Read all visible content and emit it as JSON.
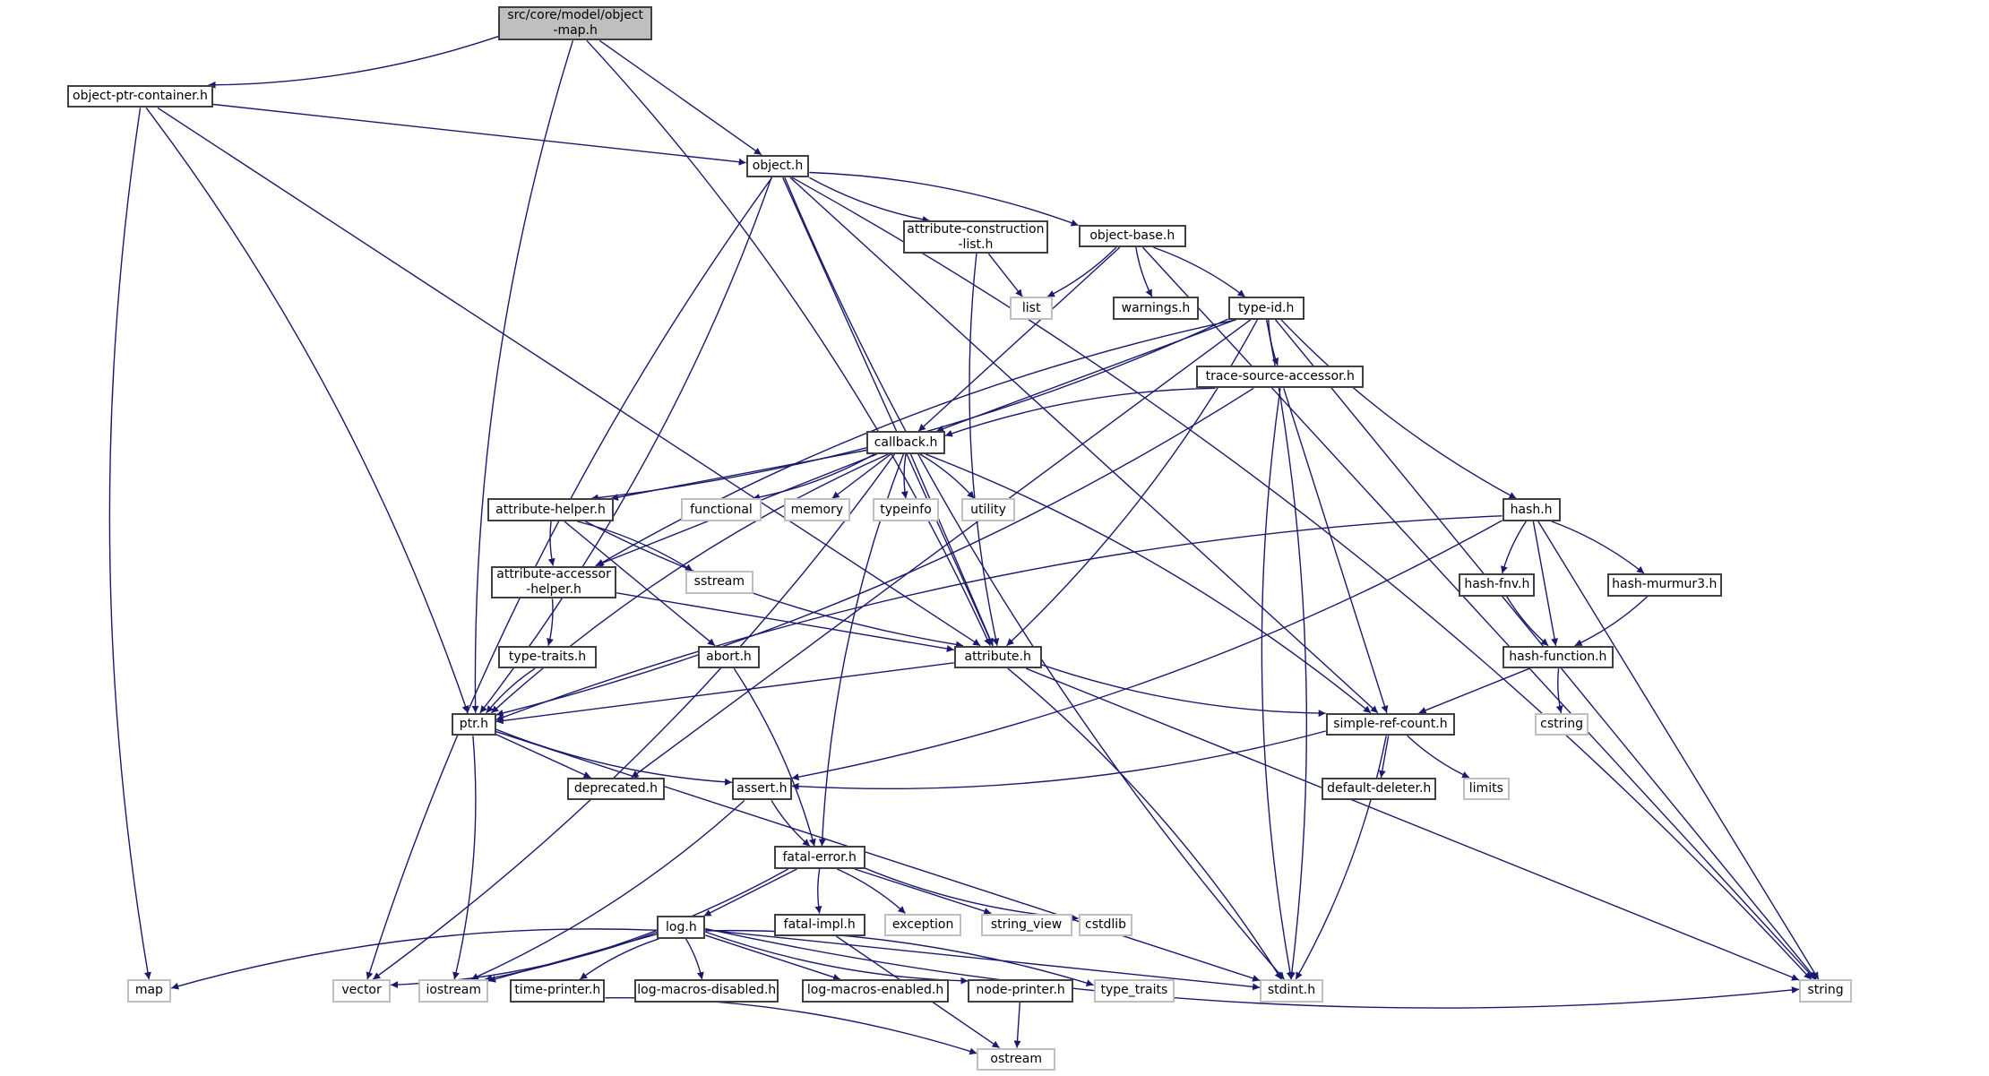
{
  "title": "src/core/model/object-map.h include dependency graph",
  "colors": {
    "edge": "#191970",
    "root_fill": "#bfbfbf",
    "node_border": "#404040",
    "external_border": "#bfbfbf"
  },
  "nodes": [
    {
      "id": "root",
      "label": "src/core/model/object\n-map.h",
      "kind": "root"
    },
    {
      "id": "object-ptr-container",
      "label": "object-ptr-container.h",
      "kind": "file"
    },
    {
      "id": "object",
      "label": "object.h",
      "kind": "file"
    },
    {
      "id": "attribute-construction-list",
      "label": "attribute-construction\n-list.h",
      "kind": "file"
    },
    {
      "id": "object-base",
      "label": "object-base.h",
      "kind": "file"
    },
    {
      "id": "list",
      "label": "list",
      "kind": "ext"
    },
    {
      "id": "warnings",
      "label": "warnings.h",
      "kind": "file"
    },
    {
      "id": "type-id",
      "label": "type-id.h",
      "kind": "file"
    },
    {
      "id": "trace-source-accessor",
      "label": "trace-source-accessor.h",
      "kind": "file"
    },
    {
      "id": "callback",
      "label": "callback.h",
      "kind": "file"
    },
    {
      "id": "functional",
      "label": "functional",
      "kind": "ext"
    },
    {
      "id": "memory",
      "label": "memory",
      "kind": "ext"
    },
    {
      "id": "typeinfo",
      "label": "typeinfo",
      "kind": "ext"
    },
    {
      "id": "utility",
      "label": "utility",
      "kind": "ext"
    },
    {
      "id": "attribute-helper",
      "label": "attribute-helper.h",
      "kind": "file"
    },
    {
      "id": "sstream",
      "label": "sstream",
      "kind": "ext"
    },
    {
      "id": "attribute-accessor-helper",
      "label": "attribute-accessor\n-helper.h",
      "kind": "file"
    },
    {
      "id": "type-traits",
      "label": "type-traits.h",
      "kind": "file"
    },
    {
      "id": "abort",
      "label": "abort.h",
      "kind": "file"
    },
    {
      "id": "attribute",
      "label": "attribute.h",
      "kind": "file"
    },
    {
      "id": "hash",
      "label": "hash.h",
      "kind": "file"
    },
    {
      "id": "hash-fnv",
      "label": "hash-fnv.h",
      "kind": "file"
    },
    {
      "id": "hash-murmur3",
      "label": "hash-murmur3.h",
      "kind": "file"
    },
    {
      "id": "hash-function",
      "label": "hash-function.h",
      "kind": "file"
    },
    {
      "id": "cstring",
      "label": "cstring",
      "kind": "ext"
    },
    {
      "id": "simple-ref-count",
      "label": "simple-ref-count.h",
      "kind": "file"
    },
    {
      "id": "ptr",
      "label": "ptr.h",
      "kind": "file"
    },
    {
      "id": "deprecated",
      "label": "deprecated.h",
      "kind": "file"
    },
    {
      "id": "assert",
      "label": "assert.h",
      "kind": "file"
    },
    {
      "id": "default-deleter",
      "label": "default-deleter.h",
      "kind": "file"
    },
    {
      "id": "limits",
      "label": "limits",
      "kind": "ext"
    },
    {
      "id": "fatal-error",
      "label": "fatal-error.h",
      "kind": "file"
    },
    {
      "id": "log",
      "label": "log.h",
      "kind": "file"
    },
    {
      "id": "fatal-impl",
      "label": "fatal-impl.h",
      "kind": "file"
    },
    {
      "id": "exception",
      "label": "exception",
      "kind": "ext"
    },
    {
      "id": "string_view",
      "label": "string_view",
      "kind": "ext"
    },
    {
      "id": "cstdlib",
      "label": "cstdlib",
      "kind": "ext"
    },
    {
      "id": "map",
      "label": "map",
      "kind": "ext"
    },
    {
      "id": "vector",
      "label": "vector",
      "kind": "ext"
    },
    {
      "id": "iostream",
      "label": "iostream",
      "kind": "ext"
    },
    {
      "id": "time-printer",
      "label": "time-printer.h",
      "kind": "file"
    },
    {
      "id": "log-macros-disabled",
      "label": "log-macros-disabled.h",
      "kind": "file"
    },
    {
      "id": "log-macros-enabled",
      "label": "log-macros-enabled.h",
      "kind": "file"
    },
    {
      "id": "node-printer",
      "label": "node-printer.h",
      "kind": "file"
    },
    {
      "id": "type_traits",
      "label": "type_traits",
      "kind": "ext"
    },
    {
      "id": "stdint",
      "label": "stdint.h",
      "kind": "ext"
    },
    {
      "id": "string",
      "label": "string",
      "kind": "ext"
    },
    {
      "id": "ostream",
      "label": "ostream",
      "kind": "ext"
    }
  ],
  "edges": [
    [
      "root",
      "object-ptr-container"
    ],
    [
      "root",
      "object"
    ],
    [
      "root",
      "ptr"
    ],
    [
      "root",
      "attribute"
    ],
    [
      "object-ptr-container",
      "object"
    ],
    [
      "object-ptr-container",
      "map"
    ],
    [
      "object-ptr-container",
      "ptr"
    ],
    [
      "object-ptr-container",
      "attribute"
    ],
    [
      "object",
      "vector"
    ],
    [
      "object",
      "ptr"
    ],
    [
      "object",
      "attribute"
    ],
    [
      "object",
      "attribute-construction-list"
    ],
    [
      "object",
      "object-base"
    ],
    [
      "object",
      "simple-ref-count"
    ],
    [
      "object",
      "stdint"
    ],
    [
      "object",
      "string"
    ],
    [
      "attribute-construction-list",
      "list"
    ],
    [
      "attribute-construction-list",
      "attribute"
    ],
    [
      "object-base",
      "list"
    ],
    [
      "object-base",
      "callback"
    ],
    [
      "object-base",
      "warnings"
    ],
    [
      "object-base",
      "type-id"
    ],
    [
      "object-base",
      "string"
    ],
    [
      "type-id",
      "attribute-accessor-helper"
    ],
    [
      "type-id",
      "attribute-helper"
    ],
    [
      "type-id",
      "callback"
    ],
    [
      "type-id",
      "trace-source-accessor"
    ],
    [
      "type-id",
      "attribute"
    ],
    [
      "type-id",
      "deprecated"
    ],
    [
      "type-id",
      "hash"
    ],
    [
      "type-id",
      "stdint"
    ],
    [
      "type-id",
      "string"
    ],
    [
      "trace-source-accessor",
      "callback"
    ],
    [
      "trace-source-accessor",
      "ptr"
    ],
    [
      "trace-source-accessor",
      "simple-ref-count"
    ],
    [
      "trace-source-accessor",
      "stdint"
    ],
    [
      "callback",
      "functional"
    ],
    [
      "callback",
      "memory"
    ],
    [
      "callback",
      "typeinfo"
    ],
    [
      "callback",
      "utility"
    ],
    [
      "callback",
      "attribute-helper"
    ],
    [
      "callback",
      "ptr"
    ],
    [
      "callback",
      "vector"
    ],
    [
      "callback",
      "attribute"
    ],
    [
      "callback",
      "fatal-error"
    ],
    [
      "callback",
      "simple-ref-count"
    ],
    [
      "callback",
      "attribute-accessor-helper"
    ],
    [
      "attribute-helper",
      "attribute-accessor-helper"
    ],
    [
      "attribute-helper",
      "sstream"
    ],
    [
      "attribute-helper",
      "abort"
    ],
    [
      "attribute-helper",
      "attribute"
    ],
    [
      "attribute-accessor-helper",
      "type-traits"
    ],
    [
      "attribute-accessor-helper",
      "attribute"
    ],
    [
      "type-traits",
      "ptr"
    ],
    [
      "abort",
      "fatal-error"
    ],
    [
      "attribute",
      "ptr"
    ],
    [
      "attribute",
      "simple-ref-count"
    ],
    [
      "attribute",
      "stdint"
    ],
    [
      "attribute",
      "string"
    ],
    [
      "hash",
      "hash-fnv"
    ],
    [
      "hash",
      "hash-murmur3"
    ],
    [
      "hash",
      "hash-function"
    ],
    [
      "hash",
      "ptr"
    ],
    [
      "hash",
      "assert"
    ],
    [
      "hash",
      "string"
    ],
    [
      "hash-fnv",
      "hash-function"
    ],
    [
      "hash-murmur3",
      "hash-function"
    ],
    [
      "hash-function",
      "simple-ref-count"
    ],
    [
      "hash-function",
      "cstring"
    ],
    [
      "simple-ref-count",
      "assert"
    ],
    [
      "simple-ref-count",
      "default-deleter"
    ],
    [
      "simple-ref-count",
      "limits"
    ],
    [
      "simple-ref-count",
      "stdint"
    ],
    [
      "ptr",
      "deprecated"
    ],
    [
      "ptr",
      "assert"
    ],
    [
      "ptr",
      "iostream"
    ],
    [
      "ptr",
      "stdint"
    ],
    [
      "assert",
      "fatal-error"
    ],
    [
      "assert",
      "iostream"
    ],
    [
      "fatal-error",
      "log"
    ],
    [
      "fatal-error",
      "fatal-impl"
    ],
    [
      "fatal-error",
      "exception"
    ],
    [
      "fatal-error",
      "string_view"
    ],
    [
      "fatal-error",
      "cstdlib"
    ],
    [
      "fatal-error",
      "iostream"
    ],
    [
      "fatal-impl",
      "ostream"
    ],
    [
      "log",
      "map"
    ],
    [
      "log",
      "vector"
    ],
    [
      "log",
      "iostream"
    ],
    [
      "log",
      "time-printer"
    ],
    [
      "log",
      "log-macros-disabled"
    ],
    [
      "log",
      "log-macros-enabled"
    ],
    [
      "log",
      "node-printer"
    ],
    [
      "log",
      "type_traits"
    ],
    [
      "log",
      "stdint"
    ],
    [
      "log",
      "string"
    ],
    [
      "time-printer",
      "ostream"
    ],
    [
      "node-printer",
      "ostream"
    ]
  ]
}
